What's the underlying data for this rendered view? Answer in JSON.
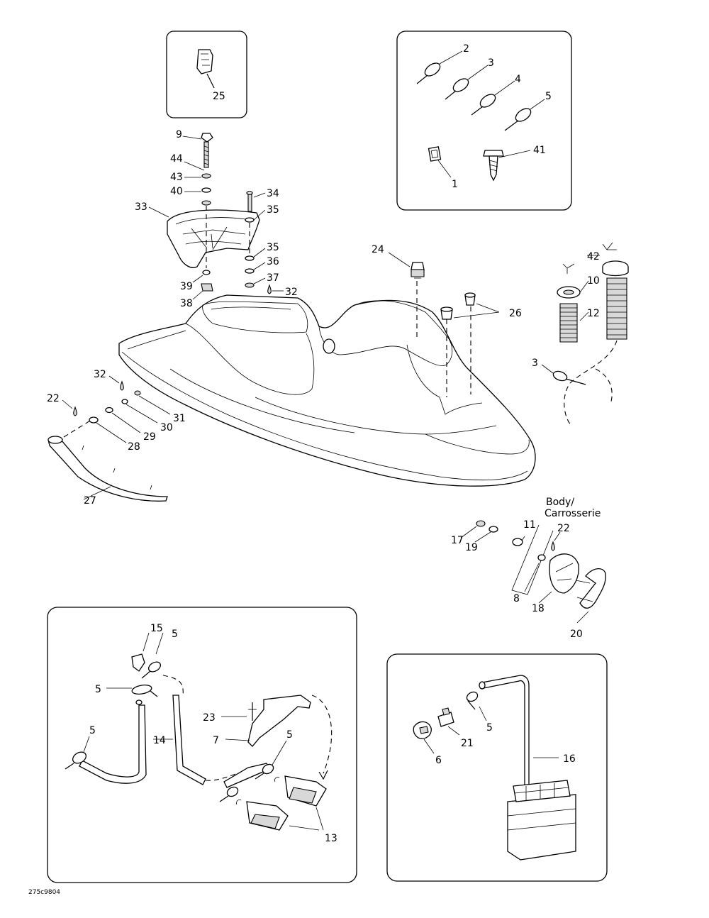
{
  "diagram": {
    "reference_code": "275c9804",
    "body_note": {
      "line1": "Body/",
      "line2": "Carrosserie"
    },
    "labels": {
      "l1": "1",
      "l2": "2",
      "l3a": "3",
      "l3b": "3",
      "l4": "4",
      "l5a": "5",
      "l5b": "5",
      "l5c": "5",
      "l5d": "5",
      "l5e": "5",
      "l5f": "5",
      "l6": "6",
      "l7": "7",
      "l8": "8",
      "l9": "9",
      "l10": "10",
      "l11": "11",
      "l12": "12",
      "l13": "13",
      "l14": "14",
      "l15": "15",
      "l16": "16",
      "l17": "17",
      "l18": "18",
      "l19": "19",
      "l20": "20",
      "l21": "21",
      "l22a": "22",
      "l22b": "22",
      "l23": "23",
      "l24": "24",
      "l25": "25",
      "l26": "26",
      "l27": "27",
      "l28": "28",
      "l29": "29",
      "l30": "30",
      "l31": "31",
      "l32a": "32",
      "l32b": "32",
      "l33": "33",
      "l34": "34",
      "l35a": "35",
      "l35b": "35",
      "l36": "36",
      "l37": "37",
      "l38": "38",
      "l39": "39",
      "l40": "40",
      "l41": "41",
      "l42": "42",
      "l43": "43",
      "l44": "44"
    }
  }
}
